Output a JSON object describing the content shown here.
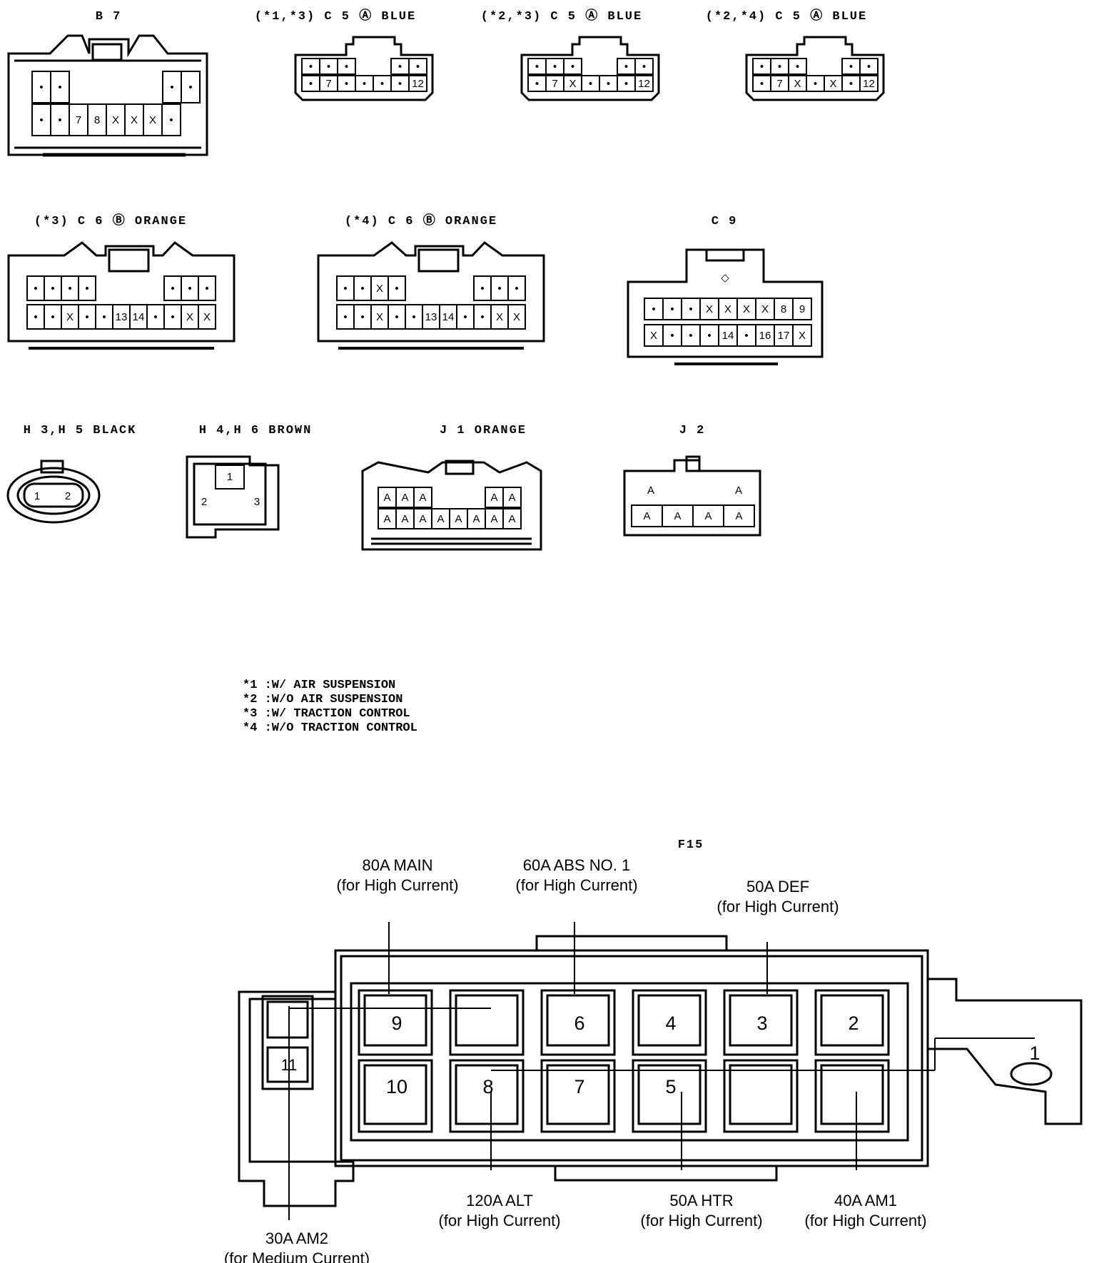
{
  "connectors": {
    "b7": {
      "name": "B 7",
      "row1": [
        "•",
        "•",
        "",
        "",
        "•",
        "•"
      ],
      "row2": [
        "•",
        "•",
        "7",
        "8",
        "X",
        "X",
        "X",
        "•"
      ]
    },
    "c5a": {
      "name": "(*1,*3) C 5 Ⓐ BLUE",
      "row1": [
        "•",
        "•",
        "•",
        "",
        "•",
        "•"
      ],
      "row2": [
        "•",
        "7",
        "•",
        "•",
        "•",
        "•",
        "12"
      ]
    },
    "c5b": {
      "name": "(*2,*3) C 5 Ⓐ BLUE",
      "row1": [
        "•",
        "•",
        "•",
        "",
        "•",
        "•"
      ],
      "row2": [
        "•",
        "7",
        "X",
        "•",
        "•",
        "•",
        "12"
      ]
    },
    "c5c": {
      "name": "(*2,*4) C 5 Ⓐ BLUE",
      "row1": [
        "•",
        "•",
        "•",
        "",
        "•",
        "•"
      ],
      "row2": [
        "•",
        "7",
        "X",
        "•",
        "X",
        "•",
        "12"
      ]
    },
    "c6a": {
      "name": "(*3) C 6 Ⓑ ORANGE",
      "row1": [
        "•",
        "•",
        "•",
        "•",
        "",
        "",
        "•",
        "•",
        "•"
      ],
      "row2": [
        "•",
        "•",
        "X",
        "•",
        "•",
        "13",
        "14",
        "•",
        "•",
        "X",
        "X"
      ]
    },
    "c6b": {
      "name": "(*4) C 6 Ⓑ ORANGE",
      "row1": [
        "•",
        "•",
        "X",
        "•",
        "",
        "",
        "•",
        "•",
        "•"
      ],
      "row2": [
        "•",
        "•",
        "X",
        "•",
        "•",
        "13",
        "14",
        "•",
        "•",
        "X",
        "X"
      ]
    },
    "c9": {
      "name": "C 9",
      "marker": "◇",
      "row1": [
        "•",
        "•",
        "•",
        "X",
        "X",
        "X",
        "X",
        "8",
        "9"
      ],
      "row2": [
        "X",
        "•",
        "•",
        "•",
        "14",
        "•",
        "16",
        "17",
        "X"
      ]
    },
    "h3": {
      "name": "H 3,H 5 BLACK",
      "pins": [
        "1",
        "2"
      ]
    },
    "h4": {
      "name": "H 4,H 6 BROWN",
      "pins": [
        "1",
        "2",
        "3"
      ]
    },
    "j1": {
      "name": "J 1 ORANGE",
      "row1": [
        "A",
        "A",
        "A",
        "",
        "A",
        "A"
      ],
      "row2": [
        "A",
        "A",
        "A",
        "A",
        "A",
        "A",
        "A",
        "A"
      ]
    },
    "j2": {
      "name": "J 2",
      "row1": [
        "A",
        "",
        "A"
      ],
      "row2": [
        "A",
        "A",
        "A",
        "A"
      ]
    }
  },
  "notes": [
    "*1 :W/ AIR SUSPENSION",
    "*2 :W/O AIR SUSPENSION",
    "*3 :W/ TRACTION CONTROL",
    "*4 :W/O TRACTION CONTROL"
  ],
  "fuse_block": {
    "name": "F15",
    "cells": [
      "9",
      "6",
      "4",
      "3",
      "2",
      "10",
      "8",
      "7",
      "5",
      "11",
      "1"
    ],
    "labels": {
      "main": [
        "80A MAIN",
        "(for High Current)"
      ],
      "abs": [
        "60A ABS NO. 1",
        "(for High Current)"
      ],
      "def": [
        "50A DEF",
        "(for High Current)"
      ],
      "alt": [
        "120A ALT",
        "(for High Current)"
      ],
      "htr": [
        "50A HTR",
        "(for High Current)"
      ],
      "am1": [
        "40A AM1",
        "(for High Current)"
      ],
      "am2": [
        "30A AM2",
        "(for Medium Current)"
      ]
    }
  }
}
